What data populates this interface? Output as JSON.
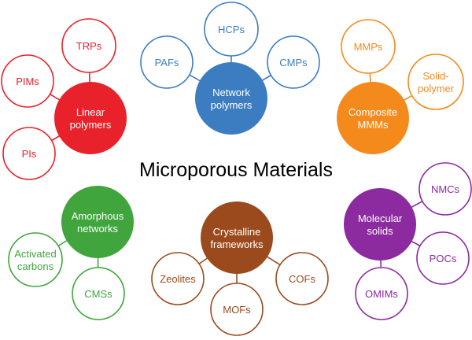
{
  "title": "Microporous Materials",
  "clusters": [
    {
      "id": "linear",
      "color": "#e8212b",
      "hub": {
        "lines": [
          "Linear",
          "polymers"
        ]
      },
      "satellites": [
        {
          "lines": [
            "TRPs"
          ]
        },
        {
          "lines": [
            "PIMs"
          ]
        },
        {
          "lines": [
            "PIs"
          ]
        }
      ]
    },
    {
      "id": "network",
      "color": "#3b7dc0",
      "hub": {
        "lines": [
          "Network",
          "polymers"
        ]
      },
      "satellites": [
        {
          "lines": [
            "HCPs"
          ]
        },
        {
          "lines": [
            "PAFs"
          ]
        },
        {
          "lines": [
            "CMPs"
          ]
        }
      ]
    },
    {
      "id": "composite",
      "color": "#f48a1c",
      "hub": {
        "lines": [
          "Composite",
          "MMMs"
        ]
      },
      "satellites": [
        {
          "lines": [
            "MMPs"
          ]
        },
        {
          "lines": [
            "Solid-",
            "polymer"
          ]
        }
      ]
    },
    {
      "id": "amorphous",
      "color": "#3fa53c",
      "hub": {
        "lines": [
          "Amorphous",
          "networks"
        ]
      },
      "satellites": [
        {
          "lines": [
            "Activated",
            "carbons"
          ]
        },
        {
          "lines": [
            "CMSs"
          ]
        }
      ]
    },
    {
      "id": "crystalline",
      "color": "#9b4a1d",
      "hub": {
        "lines": [
          "Crystalline",
          "frameworks"
        ]
      },
      "satellites": [
        {
          "lines": [
            "Zeolites"
          ]
        },
        {
          "lines": [
            "MOFs"
          ]
        },
        {
          "lines": [
            "COFs"
          ]
        }
      ]
    },
    {
      "id": "molecular",
      "color": "#8c2aa0",
      "hub": {
        "lines": [
          "Molecular",
          "solids"
        ]
      },
      "satellites": [
        {
          "lines": [
            "NMCs"
          ]
        },
        {
          "lines": [
            "POCs"
          ]
        },
        {
          "lines": [
            "OMIMs"
          ]
        }
      ]
    }
  ]
}
